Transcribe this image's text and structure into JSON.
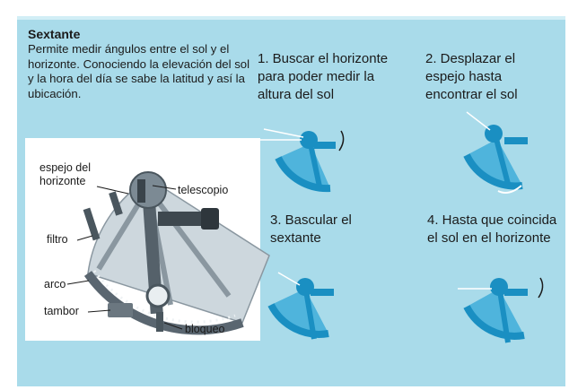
{
  "header": {
    "title": "Sextante",
    "description": "Permite medir ángulos entre el sol y el horizonte. Conociendo la elevación del sol y la hora del día se sabe la latitud y así la ubicación."
  },
  "steps": [
    {
      "text": "1. Buscar el horizonte para poder medir la altura del sol"
    },
    {
      "text": "2. Desplazar el espejo hasta encontrar el sol"
    },
    {
      "text": "3. Bascular el sextante"
    },
    {
      "text": "4. Hasta que coincida el sol en el horizonte"
    }
  ],
  "parts": {
    "espejo": "espejo del horizonte",
    "telescopio": "telescopio",
    "filtro": "filtro",
    "arco": "arco",
    "tambor": "tambor",
    "bloqueo": "bloqueo"
  },
  "colors": {
    "panel": "#a9dbea",
    "sextant_blue": "#1a8fc2",
    "sextant_light": "#4fb4dc",
    "instrument_grey": "#5a6670"
  }
}
